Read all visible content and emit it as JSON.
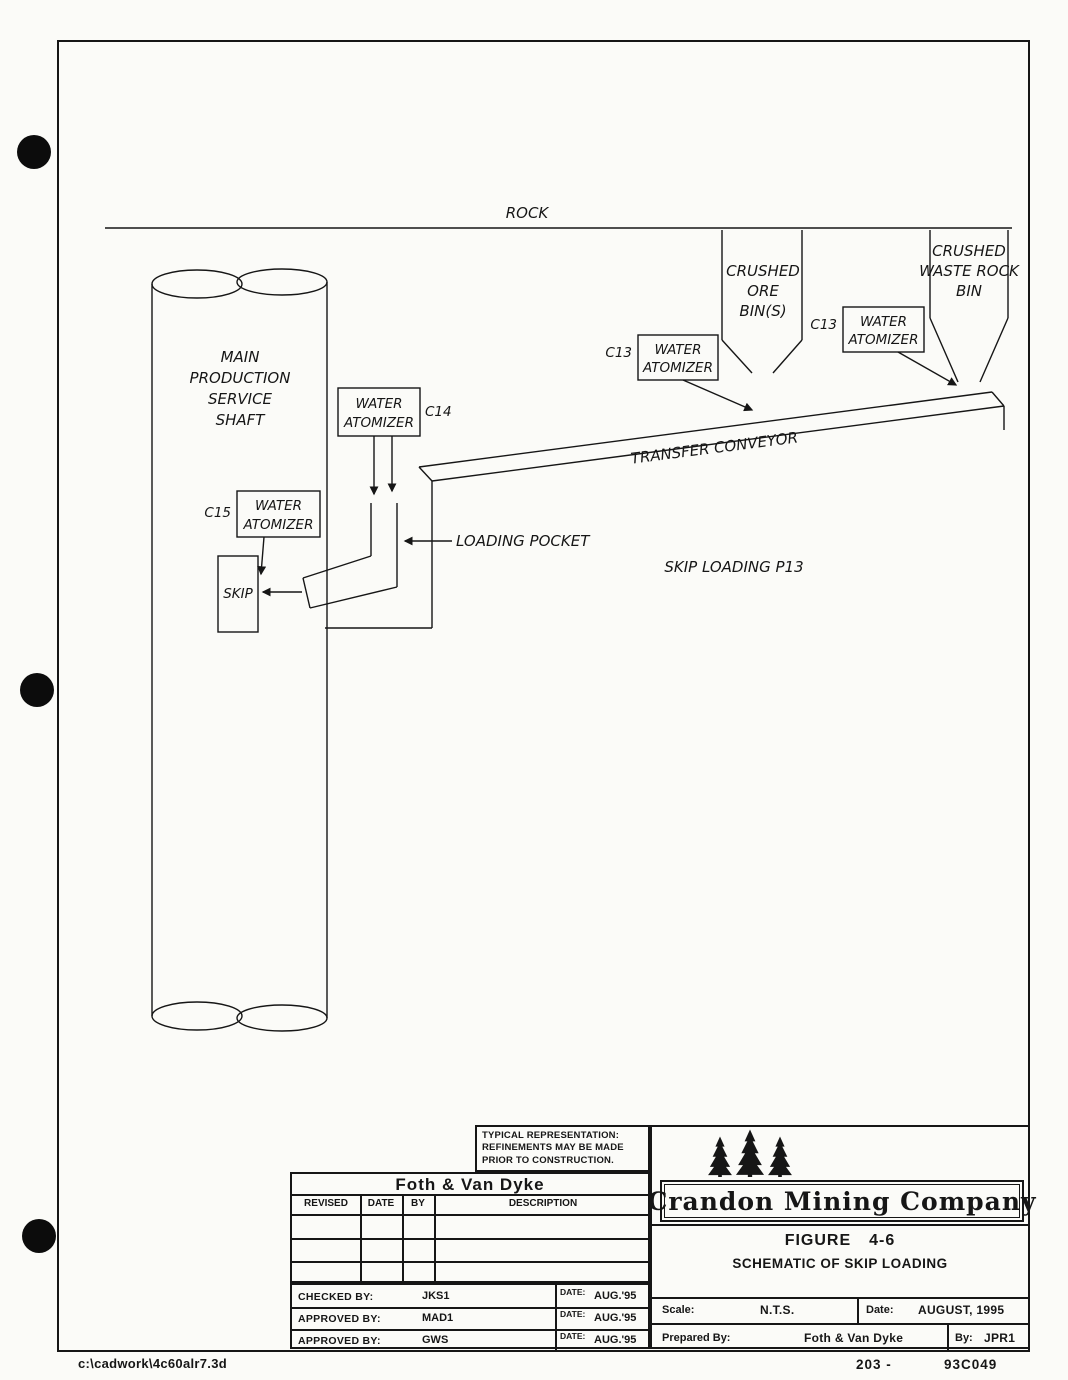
{
  "diagram": {
    "rock": "ROCK",
    "shaft": [
      "MAIN",
      "PRODUCTION",
      "SERVICE",
      "SHAFT"
    ],
    "ore_bin": [
      "CRUSHED",
      "ORE",
      "BIN(S)"
    ],
    "waste_bin": [
      "CRUSHED",
      "WASTE ROCK",
      "BIN"
    ],
    "atomizers": [
      {
        "tag": "C13",
        "line1": "WATER",
        "line2": "ATOMIZER"
      },
      {
        "tag": "C13",
        "line1": "WATER",
        "line2": "ATOMIZER"
      },
      {
        "tag": "C14",
        "line1": "WATER",
        "line2": "ATOMIZER"
      },
      {
        "tag": "C15",
        "line1": "WATER",
        "line2": "ATOMIZER"
      }
    ],
    "conveyor": "TRANSFER CONVEYOR",
    "loading_pocket": "LOADING POCKET",
    "skip_loading": "SKIP LOADING P13",
    "skip": "SKIP"
  },
  "title_block": {
    "note_lines": [
      "TYPICAL REPRESENTATION:",
      "REFINEMENTS MAY BE MADE",
      "PRIOR TO CONSTRUCTION."
    ],
    "firm": "Foth & Van Dyke",
    "columns": [
      "REVISED",
      "DATE",
      "BY",
      "DESCRIPTION"
    ],
    "approvals": [
      {
        "label": "CHECKED BY:",
        "name": "JKS1",
        "date_label": "DATE:",
        "date": "AUG.'95"
      },
      {
        "label": "APPROVED BY:",
        "name": "MAD1",
        "date_label": "DATE:",
        "date": "AUG.'95"
      },
      {
        "label": "APPROVED BY:",
        "name": "GWS",
        "date_label": "DATE:",
        "date": "AUG.'95"
      }
    ],
    "company": "Crandon Mining Company",
    "figure_label": "FIGURE",
    "figure_number": "4-6",
    "figure_subtitle": "SCHEMATIC OF SKIP LOADING",
    "scale_label": "Scale:",
    "scale_value": "N.T.S.",
    "date_label": "Date:",
    "date_value": "AUGUST, 1995",
    "prepared_label": "Prepared By:",
    "prepared_value": "Foth & Van Dyke",
    "by_label": "By:",
    "by_value": "JPR1"
  },
  "footer": {
    "cad_path": "c:\\cadwork\\4c60alr7.3d",
    "page_number": "203 -",
    "doc_number": "93C049"
  }
}
